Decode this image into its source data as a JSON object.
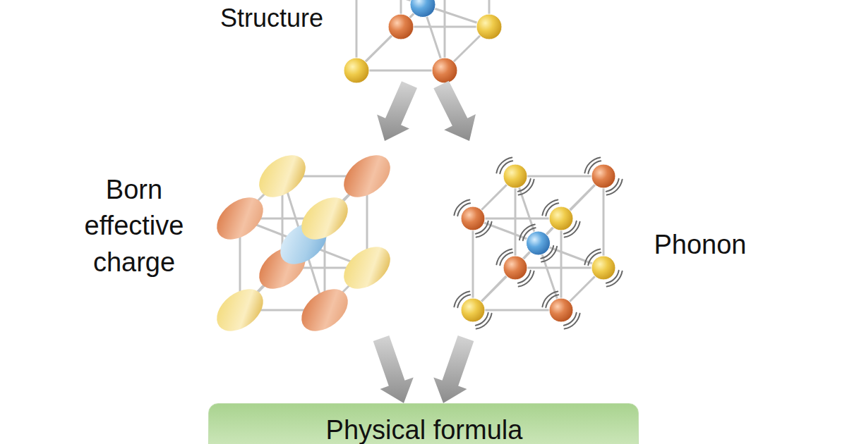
{
  "diagram": {
    "nodes": [
      {
        "text": [
          "Structure"
        ]
      },
      {
        "text": [
          "Born effective charge"
        ]
      },
      {
        "text": [
          "Phonon"
        ]
      },
      {
        "text": [
          "Physical formula"
        ]
      }
    ],
    "edges": [
      {
        "from": 0,
        "to": 1,
        "arrow": "to"
      },
      {
        "from": 0,
        "to": 2,
        "arrow": "to"
      },
      {
        "from": 1,
        "to": 3,
        "arrow": "to"
      },
      {
        "from": 2,
        "to": 3,
        "arrow": "to"
      }
    ]
  }
}
